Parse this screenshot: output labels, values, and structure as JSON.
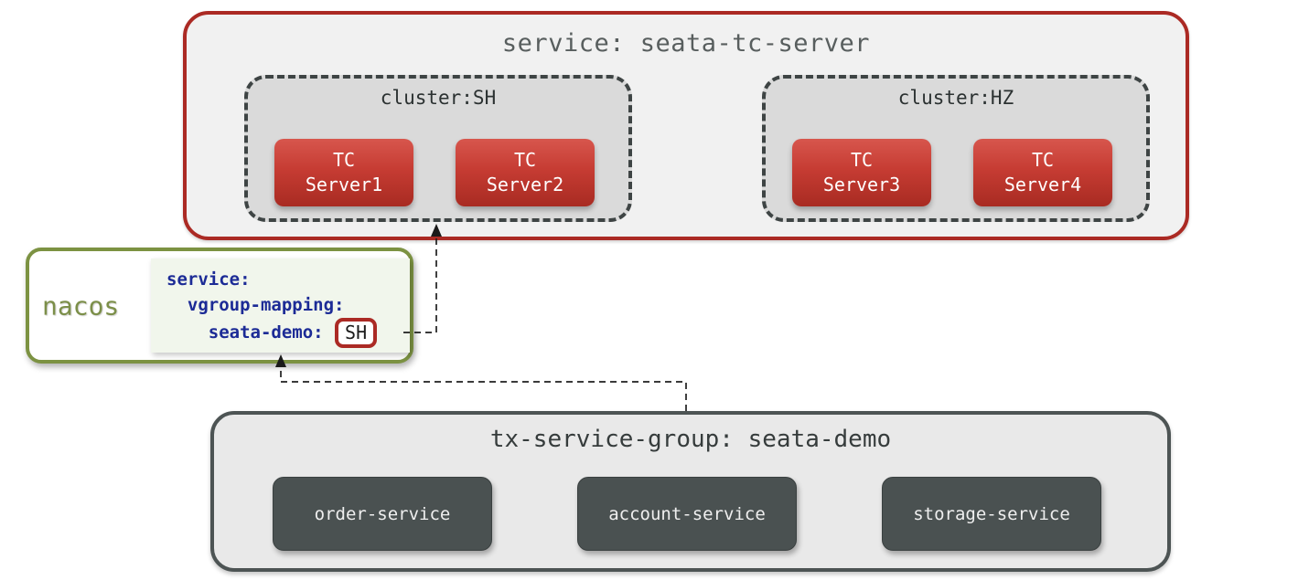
{
  "tc_server_group": {
    "title": "service: seata-tc-server",
    "clusters": [
      {
        "label": "cluster:SH",
        "servers": [
          "TC\nServer1",
          "TC\nServer2"
        ]
      },
      {
        "label": "cluster:HZ",
        "servers": [
          "TC\nServer3",
          "TC\nServer4"
        ]
      }
    ]
  },
  "nacos": {
    "label": "nacos",
    "config_lines": [
      "service:",
      "  vgroup-mapping:",
      "    seata-demo: "
    ],
    "mapped_cluster": "SH"
  },
  "tx_service_group": {
    "title": "tx-service-group: seata-demo",
    "services": [
      "order-service",
      "account-service",
      "storage-service"
    ]
  },
  "connectors": [
    {
      "from": "nacos-mapped-cluster-value",
      "to": "cluster-sh-box",
      "style": "dashed-arrow"
    },
    {
      "from": "tx-service-group-box",
      "to": "nacos-box",
      "style": "dashed-arrow"
    }
  ],
  "colors": {
    "accent_red": "#ab2a24",
    "server_red_top": "#d7564d",
    "server_red_bottom": "#a82b22",
    "accent_green": "#7c9242",
    "code_blue": "#1c2b96",
    "dark_slate": "#4a5151",
    "group_fill": "#f1f1f1",
    "cluster_fill": "#dadada",
    "tx_fill": "#e9e9e9",
    "config_fill": "#f1f6ec"
  }
}
